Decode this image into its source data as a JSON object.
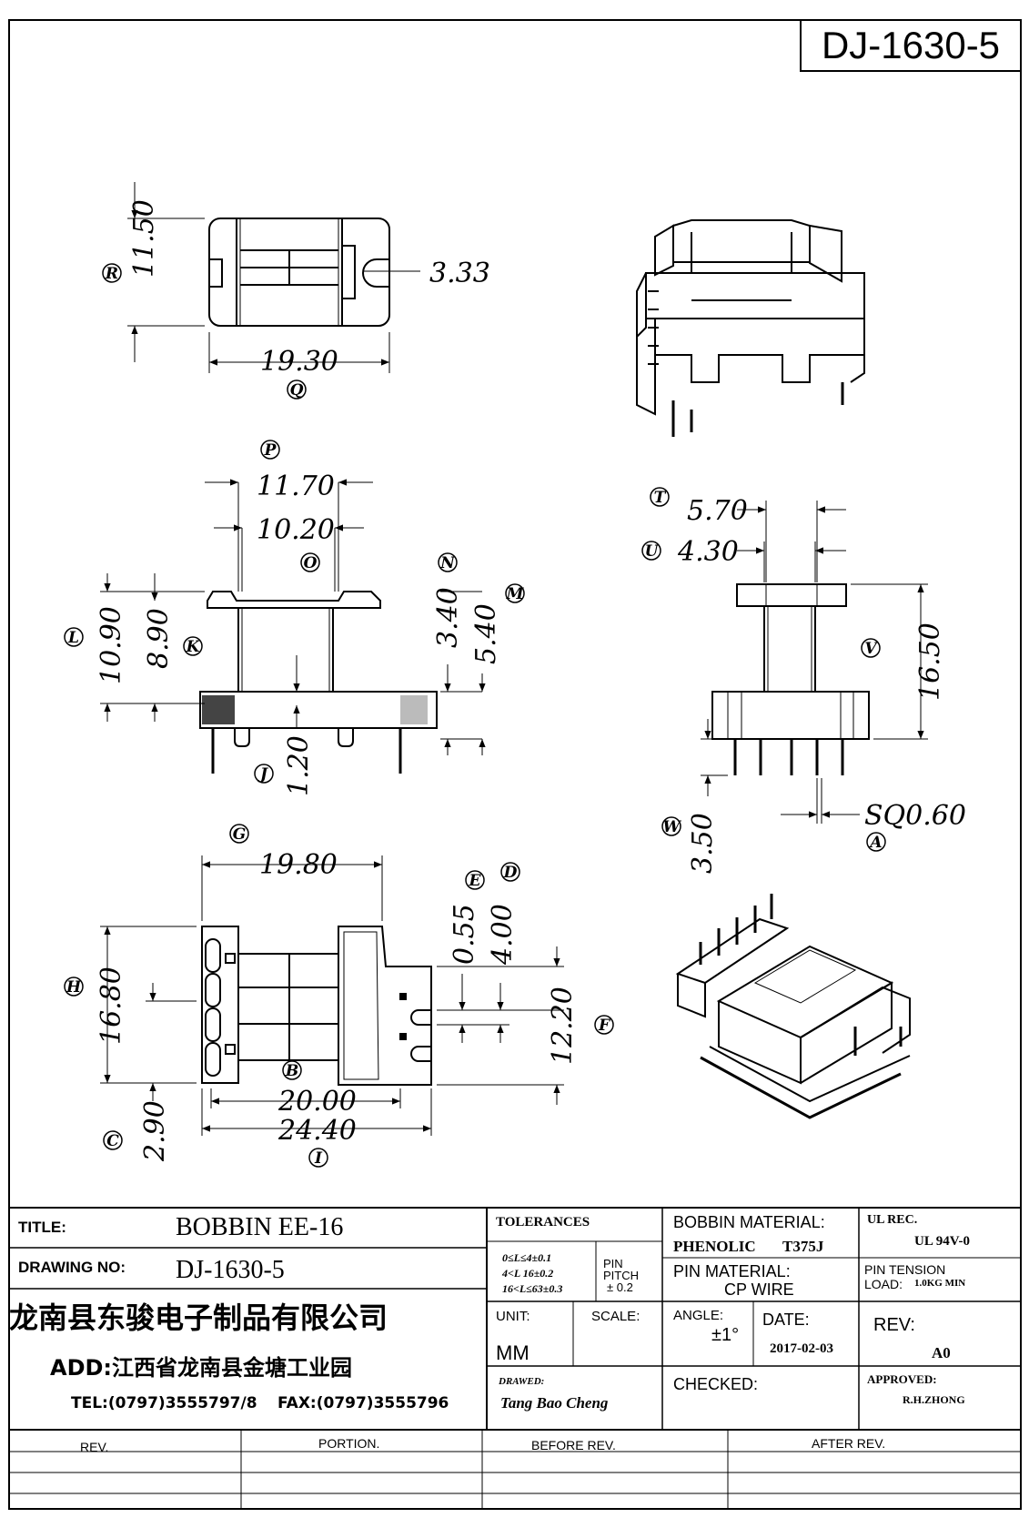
{
  "drawing_id": "DJ-1630-5",
  "dimensions": {
    "top_view": {
      "height": "11.50",
      "height_tag": "R",
      "slot": "3.33",
      "width": "19.30",
      "width_tag": "Q"
    },
    "front_view": {
      "flange_outer": "11.70",
      "flange_outer_tag": "P",
      "flange_inner": "10.20",
      "flange_inner_tag": "O",
      "overall_height": "10.90",
      "overall_height_tag": "L",
      "body_height": "8.90",
      "body_height_tag": "K",
      "base_height": "3.40",
      "base_height_tag": "N",
      "base_total": "5.40",
      "base_total_tag": "M",
      "gap": "1.20",
      "gap_tag": "J"
    },
    "side_view": {
      "top_width": "5.70",
      "top_width_tag": "T",
      "core_width": "4.30",
      "core_width_tag": "U",
      "height": "16.50",
      "height_tag": "V",
      "pin_length": "3.50",
      "pin_length_tag": "W",
      "pin_size": "SQ0.60",
      "pin_size_tag": "A"
    },
    "bottom_view": {
      "top_width": "19.80",
      "top_width_tag": "G",
      "height": "16.80",
      "height_tag": "H",
      "slot": "0.55",
      "slot_tag": "E",
      "pin_pitch": "4.00",
      "pin_pitch_tag": "D",
      "body_height": "12.20",
      "body_height_tag": "F",
      "pin_row": "20.00",
      "pin_row_tag": "B",
      "overall_width": "24.40",
      "overall_width_tag": "I",
      "pin_offset": "2.90",
      "pin_offset_tag": "C"
    }
  },
  "title_block": {
    "title_label": "TITLE:",
    "title": "BOBBIN EE-16",
    "drawing_no_label": "DRAWING NO:",
    "drawing_no": "DJ-1630-5",
    "company": "龙南县东骏电子制品有限公司",
    "address": "ADD:江西省龙南县金塘工业园",
    "tel": "TEL:(0797)3555797/8",
    "fax": "FAX:(0797)3555796",
    "tolerances_label": "TOLERANCES",
    "tolerance_lines": [
      "0≤L≤4±0.1",
      "4<L 16±0.2",
      "16<L≤63±0.3"
    ],
    "pin_pitch_label_1": "PIN",
    "pin_pitch_label_2": "PITCH",
    "pin_pitch_value": "± 0.2",
    "unit_label": "UNIT:",
    "unit": "MM",
    "scale_label": "SCALE:",
    "drawn_label": "DRAWED:",
    "drawn_by": "Tang Bao Cheng",
    "bobbin_material_label": "BOBBIN MATERIAL:",
    "bobbin_material": "PHENOLIC",
    "bobbin_material_grade": "T375J",
    "pin_material_label": "PIN MATERIAL:",
    "pin_material": "CP WIRE",
    "angle_label": "ANGLE:",
    "angle": "±1°",
    "date_label": "DATE:",
    "date": "2017-02-03",
    "checked_label": "CHECKED:",
    "ul_label": "UL REC.",
    "ul_value": "UL 94V-0",
    "pin_tension_label": "PIN TENSION",
    "load_label": "LOAD:",
    "load_value": "1.0KG MIN",
    "rev_label": "REV:",
    "rev": "A0",
    "approved_label": "APPROVED:",
    "approved_by": "R.H.ZHONG"
  },
  "revision_table": {
    "headers": [
      "REV.",
      "PORTION.",
      "BEFORE REV.",
      "AFTER REV."
    ]
  }
}
